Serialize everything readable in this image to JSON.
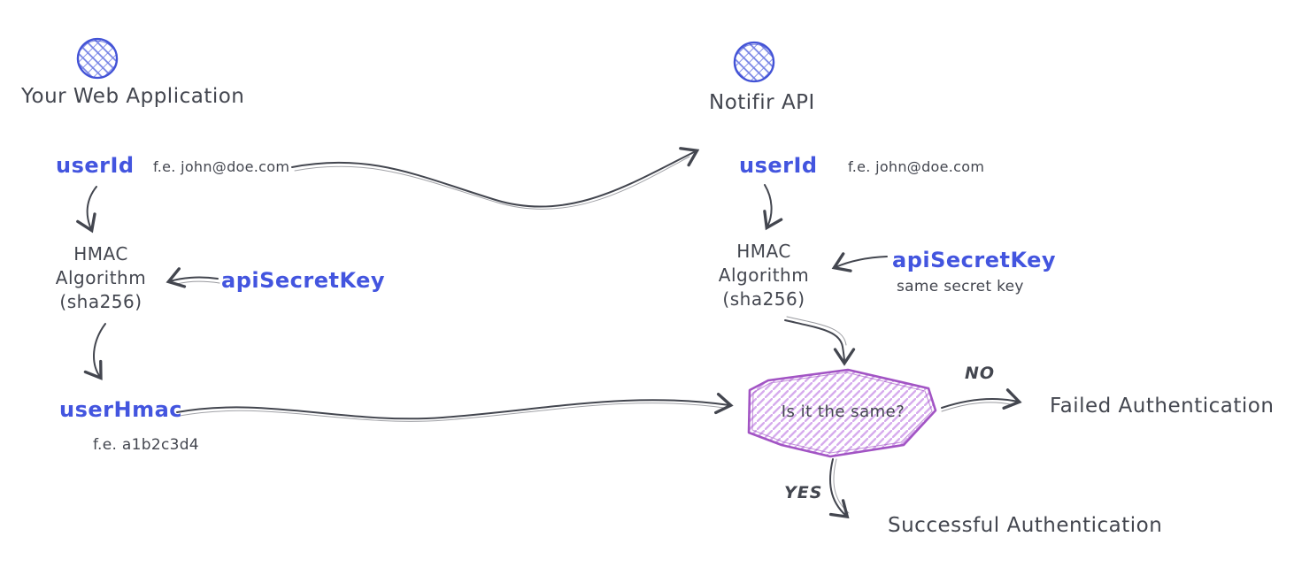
{
  "diagram": {
    "left": {
      "icon": "globe-icon",
      "title": "Your Web Application",
      "user_id_label": "userId",
      "user_id_example": "f.e. john@doe.com",
      "hmac_line1": "HMAC",
      "hmac_line2": "Algorithm",
      "hmac_line3": "(sha256)",
      "api_secret_key_label": "apiSecretKey",
      "user_hmac_label": "userHmac",
      "user_hmac_example": "f.e. a1b2c3d4"
    },
    "right": {
      "icon": "globe-icon",
      "title": "Notifir API",
      "user_id_label": "userId",
      "user_id_example": "f.e. john@doe.com",
      "hmac_line1": "HMAC",
      "hmac_line2": "Algorithm",
      "hmac_line3": "(sha256)",
      "api_secret_key_label": "apiSecretKey",
      "api_secret_key_note": "same secret key"
    },
    "decision": {
      "question": "Is it the same?",
      "no_label": "NO",
      "yes_label": "YES",
      "failed_label": "Failed Authentication",
      "success_label": "Successful Authentication"
    },
    "colors": {
      "ink": "#43464f",
      "accent_blue": "#4355df",
      "globe_stroke": "#4353d6",
      "globe_hatch": "#5b6ae0",
      "hexagon_border": "#a254c4",
      "hexagon_hatch": "#d6aced",
      "background": "#ffffff"
    }
  }
}
